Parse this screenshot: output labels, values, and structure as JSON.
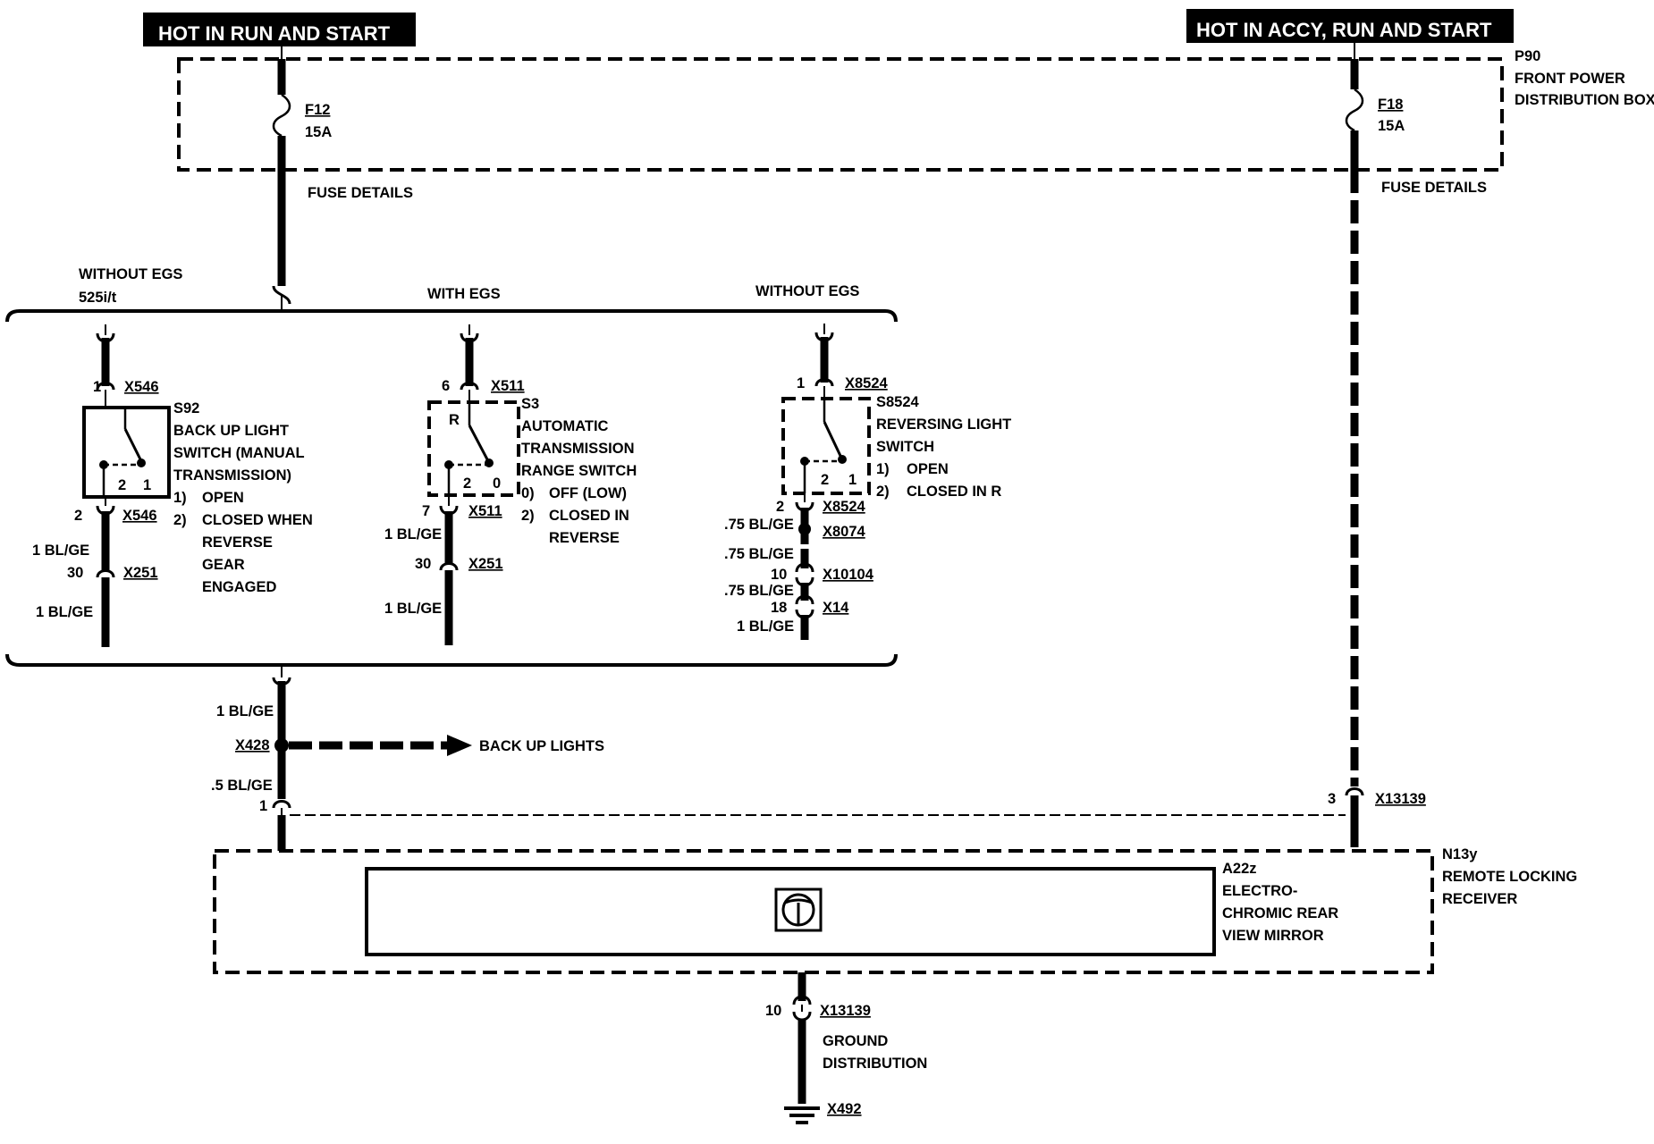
{
  "headers": {
    "left": "HOT IN RUN AND START",
    "right": "HOT IN ACCY, RUN AND START"
  },
  "power_box": {
    "id": "P90",
    "line1": "FRONT POWER",
    "line2": "DISTRIBUTION BOX"
  },
  "fuses": {
    "f12": {
      "id": "F12",
      "rating": "15A",
      "details": "FUSE DETAILS"
    },
    "f18": {
      "id": "F18",
      "rating": "15A",
      "details": "FUSE DETAILS"
    }
  },
  "variants": {
    "without_egs_left": "WITHOUT EGS",
    "without_egs_left_sub": "525i/t",
    "with_egs": "WITH EGS",
    "without_egs_right": "WITHOUT EGS"
  },
  "s92": {
    "pin_top": "1",
    "conn_top": "X546",
    "id": "S92",
    "desc": [
      "BACK UP LIGHT",
      "SWITCH (MANUAL",
      "TRANSMISSION)"
    ],
    "states": [
      {
        "n": "1)",
        "t": "OPEN"
      },
      {
        "n": "2)",
        "t": "CLOSED WHEN"
      },
      {
        "n": "",
        "t": "REVERSE"
      },
      {
        "n": "",
        "t": "GEAR"
      },
      {
        "n": "",
        "t": "ENGAGED"
      }
    ],
    "contact_a": "2",
    "contact_b": "1",
    "pin_bottom": "2",
    "conn_bottom": "X546",
    "wire1": "1 BL/GE",
    "pin_x251": "30",
    "conn_x251": "X251",
    "wire2": "1 BL/GE"
  },
  "s3": {
    "pin_top": "6",
    "conn_top": "X511",
    "id": "S3",
    "desc": [
      "AUTOMATIC",
      "TRANSMISSION",
      "RANGE SWITCH"
    ],
    "states": [
      {
        "n": "0)",
        "t": "OFF (LOW)"
      },
      {
        "n": "2)",
        "t": "CLOSED IN"
      },
      {
        "n": "",
        "t": "REVERSE"
      }
    ],
    "contact_r": "R",
    "contact_a": "2",
    "contact_b": "0",
    "pin_bottom": "7",
    "conn_bottom": "X511",
    "wire1": "1 BL/GE",
    "pin_x251": "30",
    "conn_x251": "X251",
    "wire2": "1 BL/GE"
  },
  "s8524": {
    "pin_top": "1",
    "conn_top": "X8524",
    "id": "S8524",
    "desc": [
      "REVERSING LIGHT",
      "SWITCH"
    ],
    "states": [
      {
        "n": "1)",
        "t": "OPEN"
      },
      {
        "n": "2)",
        "t": "CLOSED IN R"
      }
    ],
    "contact_a": "2",
    "contact_b": "1",
    "pin_bottom": "2",
    "conn_bottom": "X8524",
    "wire1": ".75 BL/GE",
    "conn_x8074": "X8074",
    "wire2": ".75 BL/GE",
    "pin_x10104": "10",
    "conn_x10104": "X10104",
    "wire3": ".75 BL/GE",
    "pin_x14": "18",
    "conn_x14": "X14",
    "wire4": "1 BL/GE"
  },
  "splice": {
    "wire_in": "1 BL/GE",
    "id": "X428",
    "arrow_label": "BACK UP LIGHTS",
    "wire_out": ".5 BL/GE",
    "pin": "1"
  },
  "receiver": {
    "pin_right": "3",
    "conn_right": "X13139",
    "id": "N13y",
    "line1": "REMOTE LOCKING",
    "line2": "RECEIVER",
    "mirror_id": "A22z",
    "mirror_desc": [
      "ELECTRO-",
      "CHROMIC REAR",
      "VIEW MIRROR"
    ],
    "pin_ground": "10",
    "conn_ground": "X13139",
    "ground_line1": "GROUND",
    "ground_line2": "DISTRIBUTION",
    "ground_id": "X492"
  }
}
